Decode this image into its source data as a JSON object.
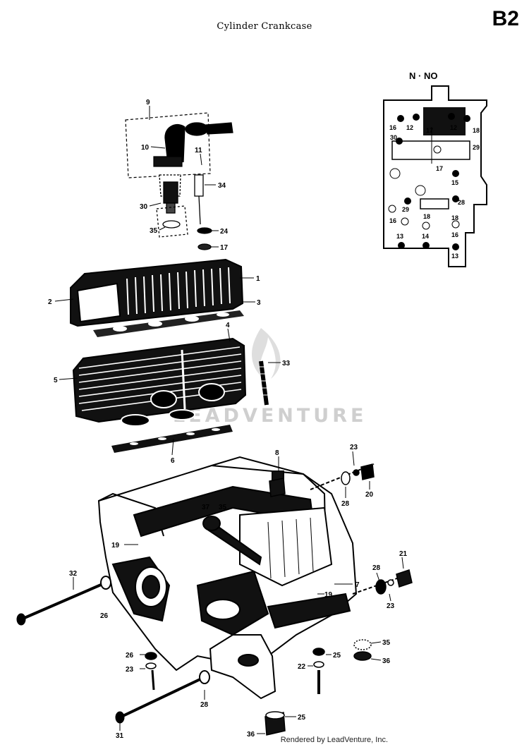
{
  "page": {
    "title": "Cylinder Crankcase",
    "code": "B2",
    "footer": "Rendered by LeadVenture, Inc."
  },
  "watermark": {
    "text": "LEADVENTURE"
  },
  "inset": {
    "title": "N · NO"
  },
  "callouts": {
    "c9": "9",
    "c10": "10",
    "c11": "11",
    "c34": "34",
    "c30": "30",
    "c35a": "35",
    "c24": "24",
    "c17": "17",
    "c1": "1",
    "c2": "2",
    "c3": "3",
    "c4": "4",
    "c5": "5",
    "c33": "33",
    "c6": "6",
    "c8": "8",
    "c23a": "23",
    "c28a": "28",
    "c20": "20",
    "c37": "37",
    "c35b": "35",
    "c19a": "19",
    "c21": "21",
    "c28b": "28",
    "c23b": "23",
    "c7": "7",
    "c32": "32",
    "c26a": "26",
    "c19b": "19",
    "c26b": "26",
    "c23c": "23",
    "c28c": "28",
    "c25a": "25",
    "c22": "22",
    "c35c": "35",
    "c36a": "36",
    "c31": "31",
    "c25b": "25",
    "c36b": "36"
  },
  "inset_labels": {
    "i16a": "16",
    "i12a": "12",
    "i17a": "17",
    "i12b": "12",
    "i18a": "18",
    "i30": "30",
    "i29a": "29",
    "i17b": "17",
    "i15": "15",
    "i29b": "29",
    "i28": "28",
    "i18b": "18",
    "i16b": "16",
    "i18c": "18",
    "i13a": "13",
    "i14": "14",
    "i16c": "16",
    "i13b": "13"
  }
}
